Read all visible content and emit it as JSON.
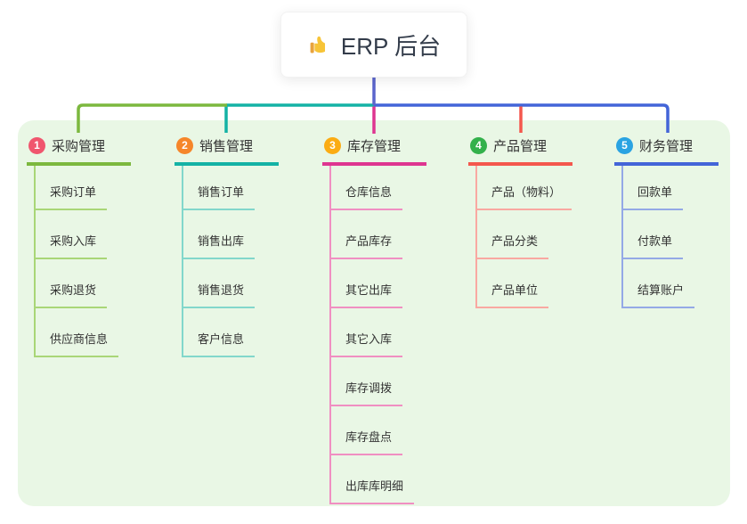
{
  "root": {
    "label": "ERP 后台",
    "icon": "thumbs-up-icon",
    "line_color": "#5b65cc"
  },
  "panel": {
    "background": "#e9f7e5"
  },
  "branches": [
    {
      "num": "1",
      "label": "采购管理",
      "badge_color": "#f0566e",
      "line_color": "#7cb83e",
      "child_line_color": "#a9d677",
      "children": [
        "采购订单",
        "采购入库",
        "采购退货",
        "供应商信息"
      ]
    },
    {
      "num": "2",
      "label": "销售管理",
      "badge_color": "#f6862a",
      "line_color": "#14b2a5",
      "child_line_color": "#82d7cb",
      "children": [
        "销售订单",
        "销售出库",
        "销售退货",
        "客户信息"
      ]
    },
    {
      "num": "3",
      "label": "库存管理",
      "badge_color": "#fbac13",
      "line_color": "#de3590",
      "child_line_color": "#f08fc2",
      "children": [
        "仓库信息",
        "产品库存",
        "其它出库",
        "其它入库",
        "库存调拨",
        "库存盘点",
        "出库库明细"
      ]
    },
    {
      "num": "4",
      "label": "产品管理",
      "badge_color": "#33b14b",
      "line_color": "#f4574d",
      "child_line_color": "#f9a8a1",
      "children": [
        "产品（物料）",
        "产品分类",
        "产品单位"
      ]
    },
    {
      "num": "5",
      "label": "财务管理",
      "badge_color": "#2aa3e2",
      "line_color": "#4365d8",
      "child_line_color": "#94a9e6",
      "children": [
        "回款单",
        "付款单",
        "结算账户"
      ]
    }
  ]
}
